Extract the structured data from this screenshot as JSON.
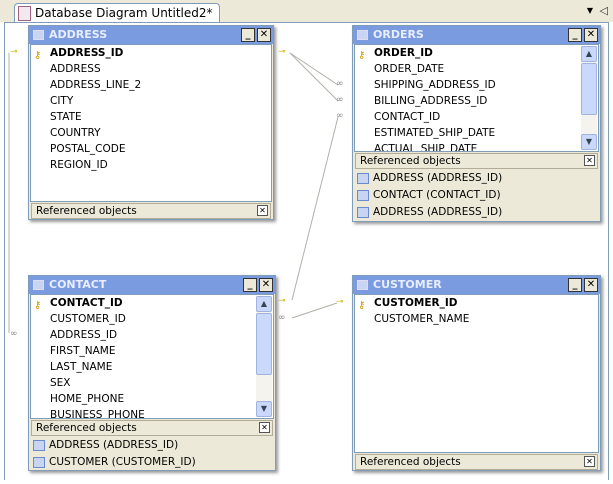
{
  "tab": {
    "title": "Database Diagram Untitled2*"
  },
  "colors": {
    "title_bar": "#7b9be0",
    "key": "#e8d000"
  },
  "ref_label": "Referenced objects",
  "tables": {
    "address": {
      "name": "ADDRESS",
      "pk": "ADDRESS_ID",
      "columns": [
        "ADDRESS",
        "ADDRESS_LINE_2",
        "CITY",
        "STATE",
        "COUNTRY",
        "POSTAL_CODE",
        "REGION_ID"
      ],
      "refs": []
    },
    "orders": {
      "name": "ORDERS",
      "pk": "ORDER_ID",
      "columns": [
        "ORDER_DATE",
        "SHIPPING_ADDRESS_ID",
        "BILLING_ADDRESS_ID",
        "CONTACT_ID",
        "ESTIMATED_SHIP_DATE",
        "ACTUAL_SHIP_DATE"
      ],
      "refs": [
        "ADDRESS (ADDRESS_ID)",
        "CONTACT (CONTACT_ID)",
        "ADDRESS (ADDRESS_ID)"
      ]
    },
    "contact": {
      "name": "CONTACT",
      "pk": "CONTACT_ID",
      "columns": [
        "CUSTOMER_ID",
        "ADDRESS_ID",
        "FIRST_NAME",
        "LAST_NAME",
        "SEX",
        "HOME_PHONE",
        "BUSINESS_PHONE"
      ],
      "refs": [
        "ADDRESS (ADDRESS_ID)",
        "CUSTOMER (CUSTOMER_ID)"
      ]
    },
    "customer": {
      "name": "CUSTOMER",
      "pk": "CUSTOMER_ID",
      "columns": [
        "CUSTOMER_NAME"
      ],
      "refs": []
    }
  }
}
